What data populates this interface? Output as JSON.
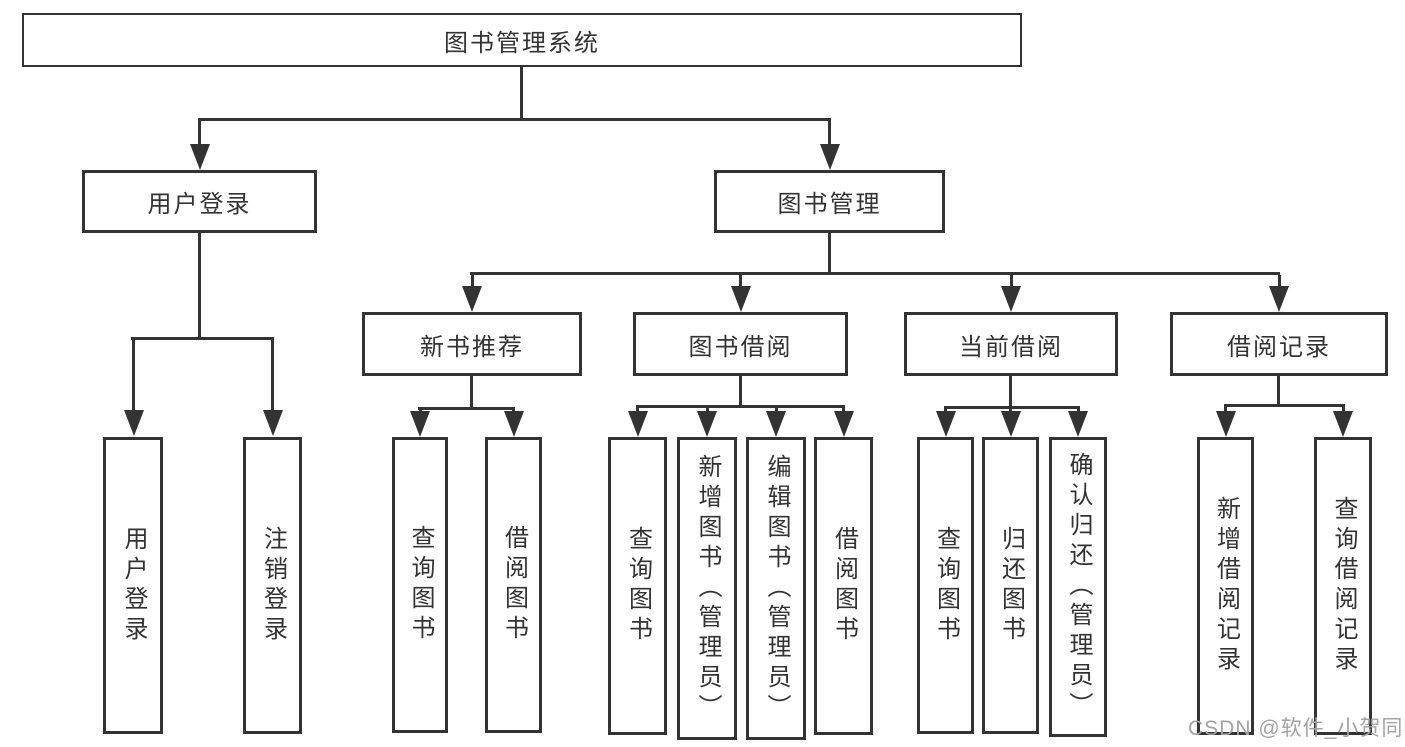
{
  "diagram": {
    "root": {
      "label": "图书管理系统"
    },
    "branches": [
      {
        "label": "用户登录",
        "children": [
          {
            "label": "用户登录"
          },
          {
            "label": "注销登录"
          }
        ]
      },
      {
        "label": "图书管理",
        "children": [
          {
            "label": "新书推荐",
            "children": [
              {
                "label": "查询图书"
              },
              {
                "label": "借阅图书"
              }
            ]
          },
          {
            "label": "图书借阅",
            "children": [
              {
                "label": "查询图书"
              },
              {
                "label": "新增图书（管理员）"
              },
              {
                "label": "编辑图书（管理员）"
              },
              {
                "label": "借阅图书"
              }
            ]
          },
          {
            "label": "当前借阅",
            "children": [
              {
                "label": "查询图书"
              },
              {
                "label": "归还图书"
              },
              {
                "label": "确认归还（管理员）"
              }
            ]
          },
          {
            "label": "借阅记录",
            "children": [
              {
                "label": "新增借阅记录"
              },
              {
                "label": "查询借阅记录"
              }
            ]
          }
        ]
      }
    ]
  },
  "watermark": {
    "text": "CSDN @软件_小贺同学",
    "color": "#a3a3a3"
  },
  "colors": {
    "line": "#333333",
    "text": "#333333",
    "background": "#ffffff"
  }
}
